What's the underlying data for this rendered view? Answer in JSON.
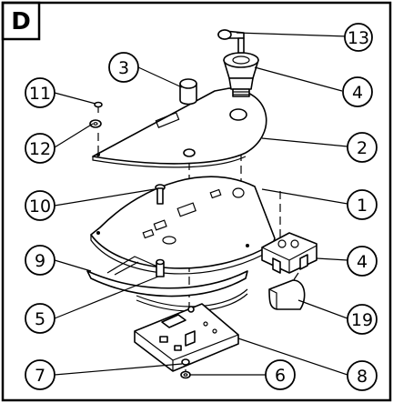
{
  "panel": {
    "letter": "D"
  },
  "callouts": [
    {
      "id": "c13",
      "label": "13"
    },
    {
      "id": "c3",
      "label": "3"
    },
    {
      "id": "c4a",
      "label": "4"
    },
    {
      "id": "c11",
      "label": "11"
    },
    {
      "id": "c12",
      "label": "12"
    },
    {
      "id": "c2",
      "label": "2"
    },
    {
      "id": "c10",
      "label": "10"
    },
    {
      "id": "c1",
      "label": "1"
    },
    {
      "id": "c9",
      "label": "9"
    },
    {
      "id": "c4b",
      "label": "4"
    },
    {
      "id": "c5",
      "label": "5"
    },
    {
      "id": "c19",
      "label": "19"
    },
    {
      "id": "c7",
      "label": "7"
    },
    {
      "id": "c6",
      "label": "6"
    },
    {
      "id": "c8",
      "label": "8"
    }
  ]
}
